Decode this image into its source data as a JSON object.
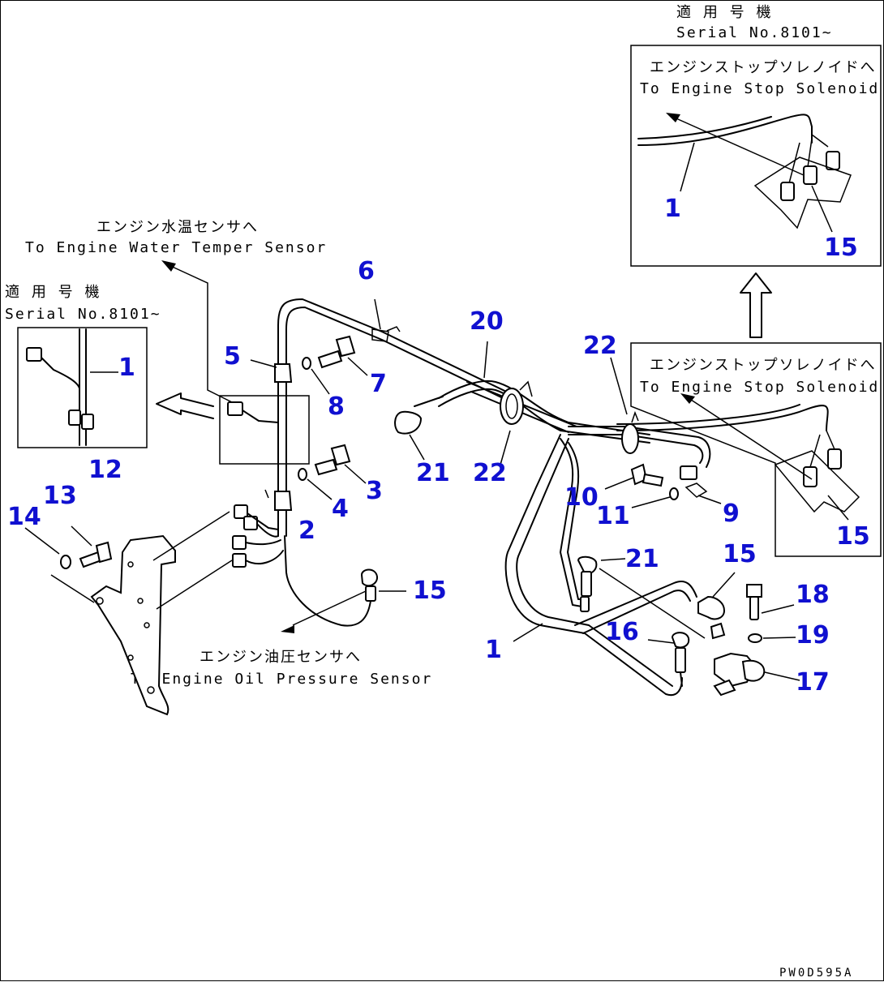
{
  "notes": {
    "serial_header_jp": "適 用 号 機",
    "serial_no": "Serial No.8101~",
    "stop_solenoid_jp": "エンジンストップソレノイドへ",
    "stop_solenoid_en": "To Engine Stop Solenoid",
    "water_temp_jp": "エンジン水温センサへ",
    "water_temp_en": "To Engine Water Temper Sensor",
    "oil_pressure_jp": "エンジン油圧センサへ",
    "oil_pressure_en": "To Engine Oil Pressure Sensor"
  },
  "callouts": {
    "c1": "1",
    "c2": "2",
    "c3": "3",
    "c4": "4",
    "c5": "5",
    "c6": "6",
    "c7": "7",
    "c8": "8",
    "c9": "9",
    "c10": "10",
    "c11": "11",
    "c12": "12",
    "c13": "13",
    "c14": "14",
    "c15": "15",
    "c16": "16",
    "c17": "17",
    "c18": "18",
    "c19": "19",
    "c20": "20",
    "c21": "21",
    "c22": "22"
  },
  "drawing_code": "PW0D595A",
  "colors": {
    "callout": "#1010d0",
    "line": "#000000",
    "background": "#ffffff"
  }
}
